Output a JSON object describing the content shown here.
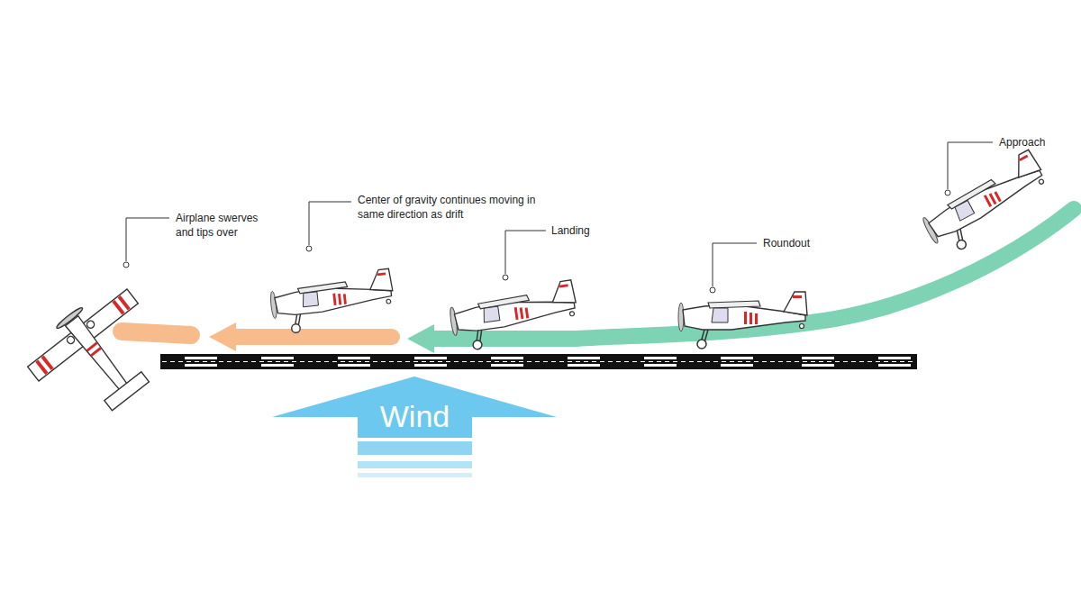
{
  "diagram": {
    "nodes": [
      {
        "text": [
          "Wind"
        ]
      }
    ],
    "labels": [
      "Approach",
      "Roundout",
      "Landing",
      "Center of gravity continues moving in same direction as drift",
      "Airplane swerves and tips over"
    ]
  }
}
